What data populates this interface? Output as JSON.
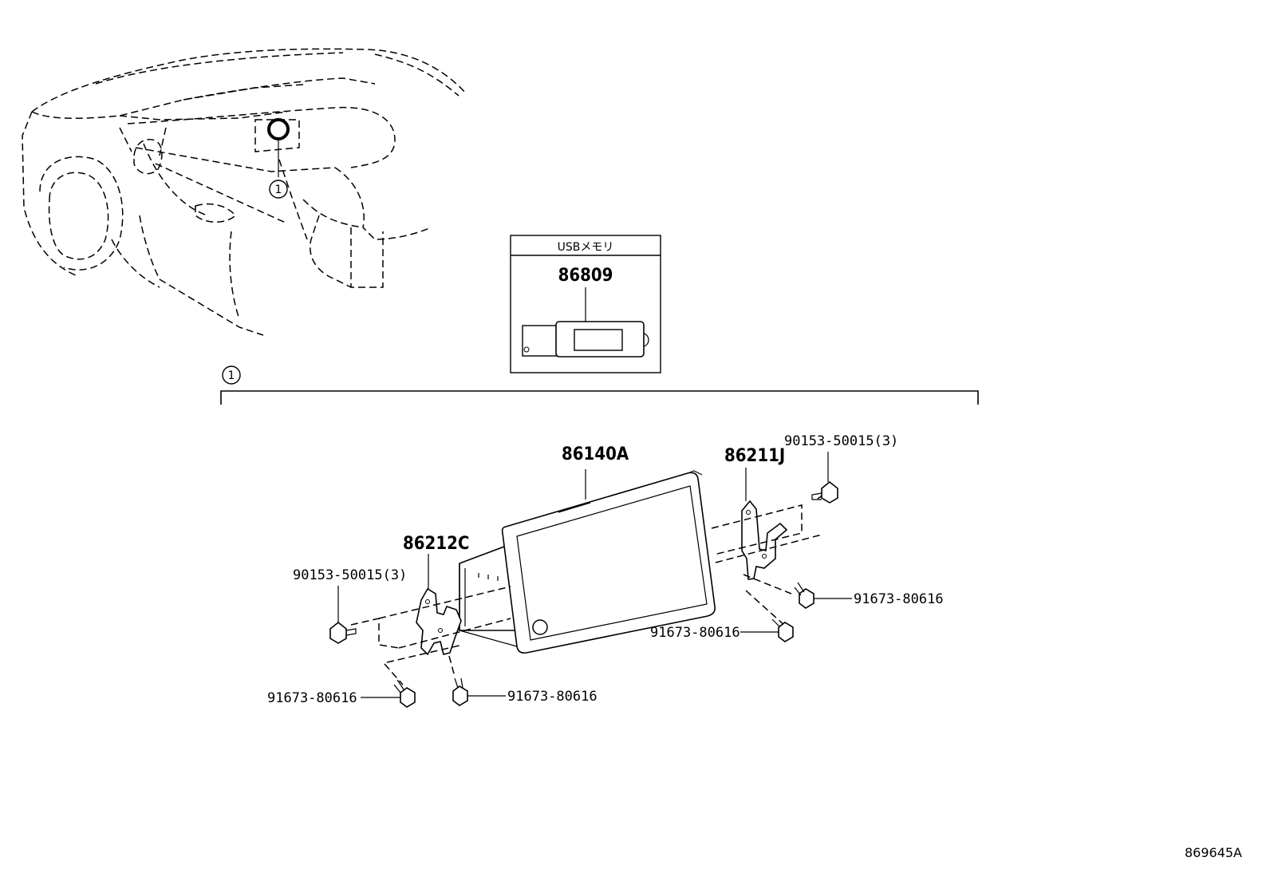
{
  "parts": {
    "usb_box_title": "USBメモリ",
    "usb_memory": "86809",
    "display_receiver": "86140A",
    "bracket_right": "86211J",
    "bracket_left": "86212C",
    "screw_top_right": "90153-50015(3)",
    "screw_left": "90153-50015(3)",
    "screw_right_side": "91673-80616",
    "screw_right_lower": "91673-80616",
    "screw_left_lower_a": "91673-80616",
    "screw_left_lower_b": "91673-80616"
  },
  "callouts": {
    "location_marker": "1",
    "group_marker": "1"
  },
  "illustration_code": "869645A"
}
